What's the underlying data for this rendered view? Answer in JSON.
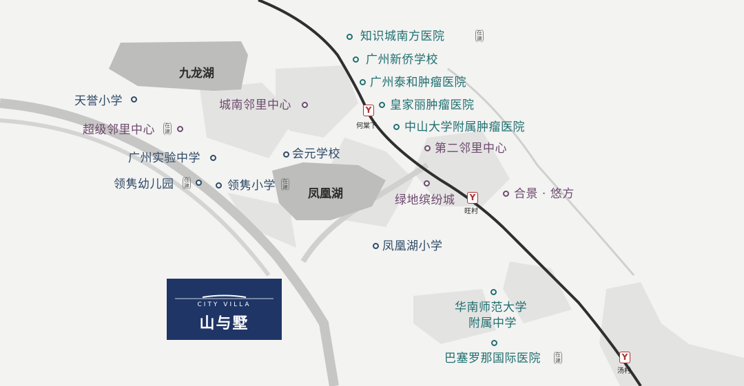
{
  "lakes": {
    "jiulong": "九龙湖",
    "fenghuang": "凤凰湖"
  },
  "pois": [
    {
      "name": "知识城南方医院",
      "tag": "在建"
    },
    {
      "name": "广州新侨学校"
    },
    {
      "name": "广州泰和肿瘤医院"
    },
    {
      "name": "皇家丽肿瘤医院"
    },
    {
      "name": "中山大学附属肿瘤医院"
    },
    {
      "name": "第二邻里中心"
    },
    {
      "name": "绿地缤纷城"
    },
    {
      "name": "合景 · 悠方"
    },
    {
      "name": "凤凰湖小学"
    },
    {
      "name": "华南师范大学",
      "name2": "附属中学"
    },
    {
      "name": "巴塞罗那国际医院",
      "tag": "在建"
    },
    {
      "name": "天誉小学"
    },
    {
      "name": "超级邻里中心",
      "tag": "在建"
    },
    {
      "name": "广州实验中学"
    },
    {
      "name": "领隽幼儿园",
      "tag": "在建"
    },
    {
      "name": "领隽小学",
      "tag": "在建"
    },
    {
      "name": "会元学校"
    },
    {
      "name": "城南邻里中心"
    }
  ],
  "metro": {
    "stations": [
      "何棠下",
      "旺村",
      "汤村"
    ],
    "icon": "metro-icon"
  },
  "logo": {
    "en": "CITY VILLA",
    "cn": "山与墅"
  },
  "colors": {
    "hospital": "#1f6f6f",
    "school": "#2e4a66",
    "community": "#6e4a6e",
    "metro": "#b03030",
    "logo_bg": "#1e3566"
  }
}
